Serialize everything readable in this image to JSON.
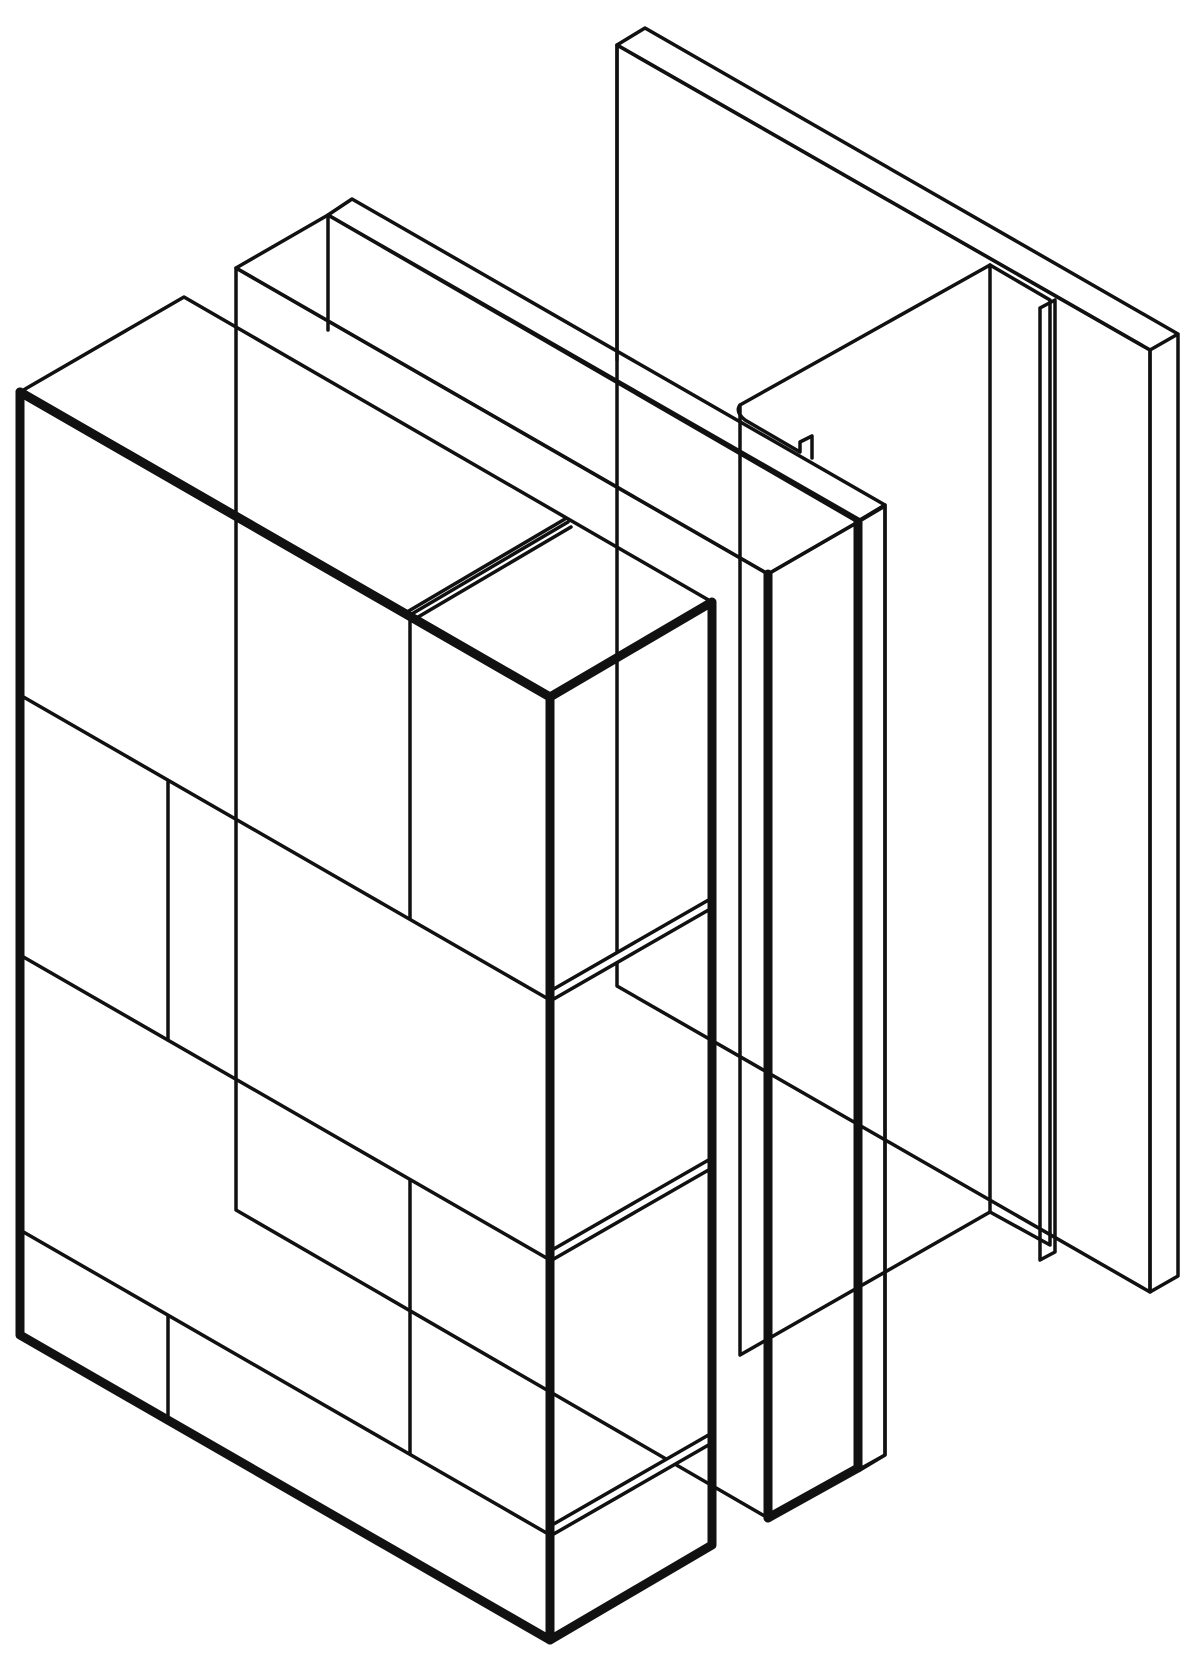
{
  "diagram": {
    "kind": "isometric wall assembly cutaway (no printed text)",
    "layers": [
      {
        "id": "steel-stud",
        "fill": "#ffffff"
      },
      {
        "id": "sheathing-board",
        "fill": "#ffffff"
      },
      {
        "id": "insulation-board",
        "fill": "#e1e2e4"
      },
      {
        "id": "air-cavity",
        "fill": "#c8c8c8"
      },
      {
        "id": "stone-cladding",
        "fill_top": "#6d6e71",
        "fill_side": "#58595b",
        "fill_face": "#ffffff"
      }
    ],
    "colors": {
      "stroke": "#111111",
      "background": "#ffffff"
    }
  }
}
